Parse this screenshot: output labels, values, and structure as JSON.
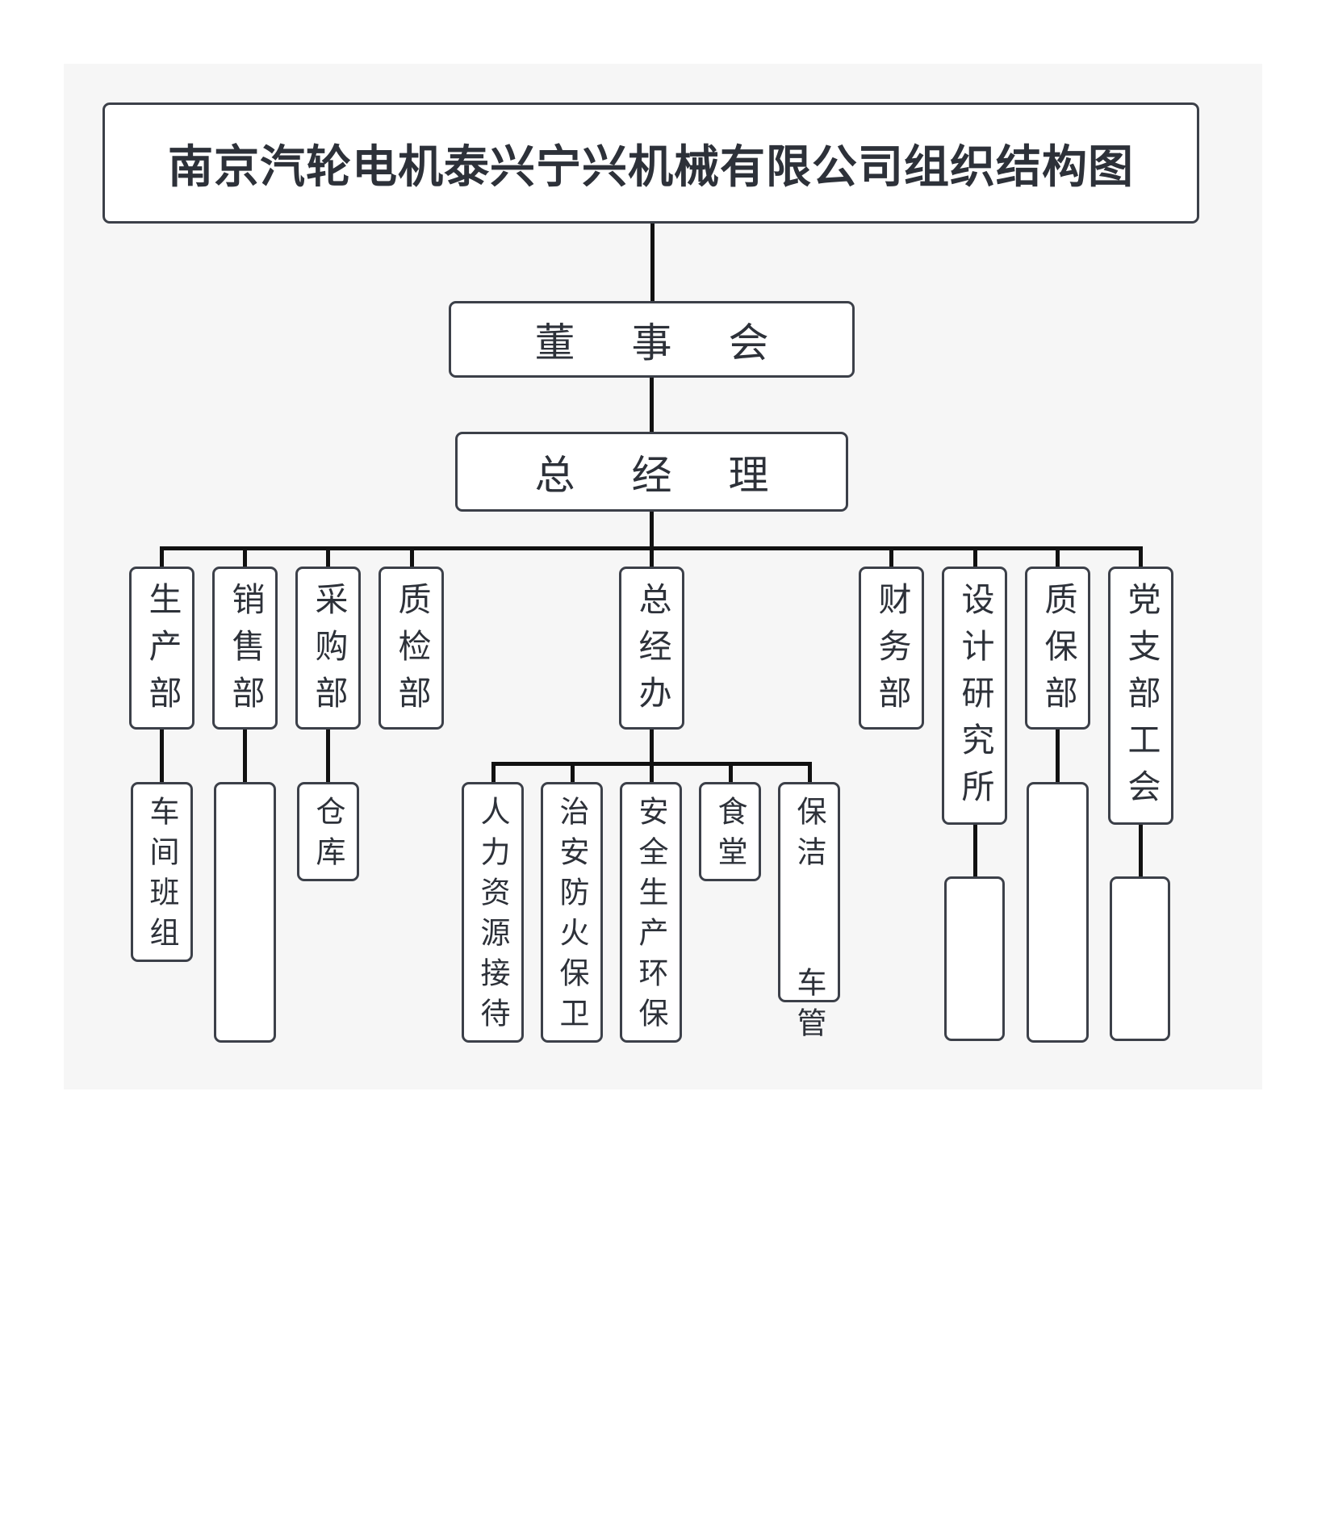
{
  "title": "南京汽轮电机泰兴宁兴机械有限公司组织结构图",
  "board": "董事会",
  "general_manager": "总经理",
  "departments": {
    "production": "生产部",
    "sales": "销售部",
    "purchasing": "采购部",
    "quality_inspection": "质检部",
    "gm_office": "总经办",
    "finance": "财务部",
    "design_institute": "设计研究所",
    "quality_assurance": "质保部",
    "party_union": "党支部工会"
  },
  "sub_units": {
    "workshop_team": "车间班组",
    "sales_sub": "",
    "warehouse": "仓库",
    "hr_reception": "人力资源接待",
    "security_fire": "治安防火保卫",
    "safety_env": "安全生产环保",
    "canteen": "食堂",
    "cleaning_vehicle": "保洁  车管",
    "design_sub": "",
    "qa_sub": "",
    "party_sub": ""
  }
}
